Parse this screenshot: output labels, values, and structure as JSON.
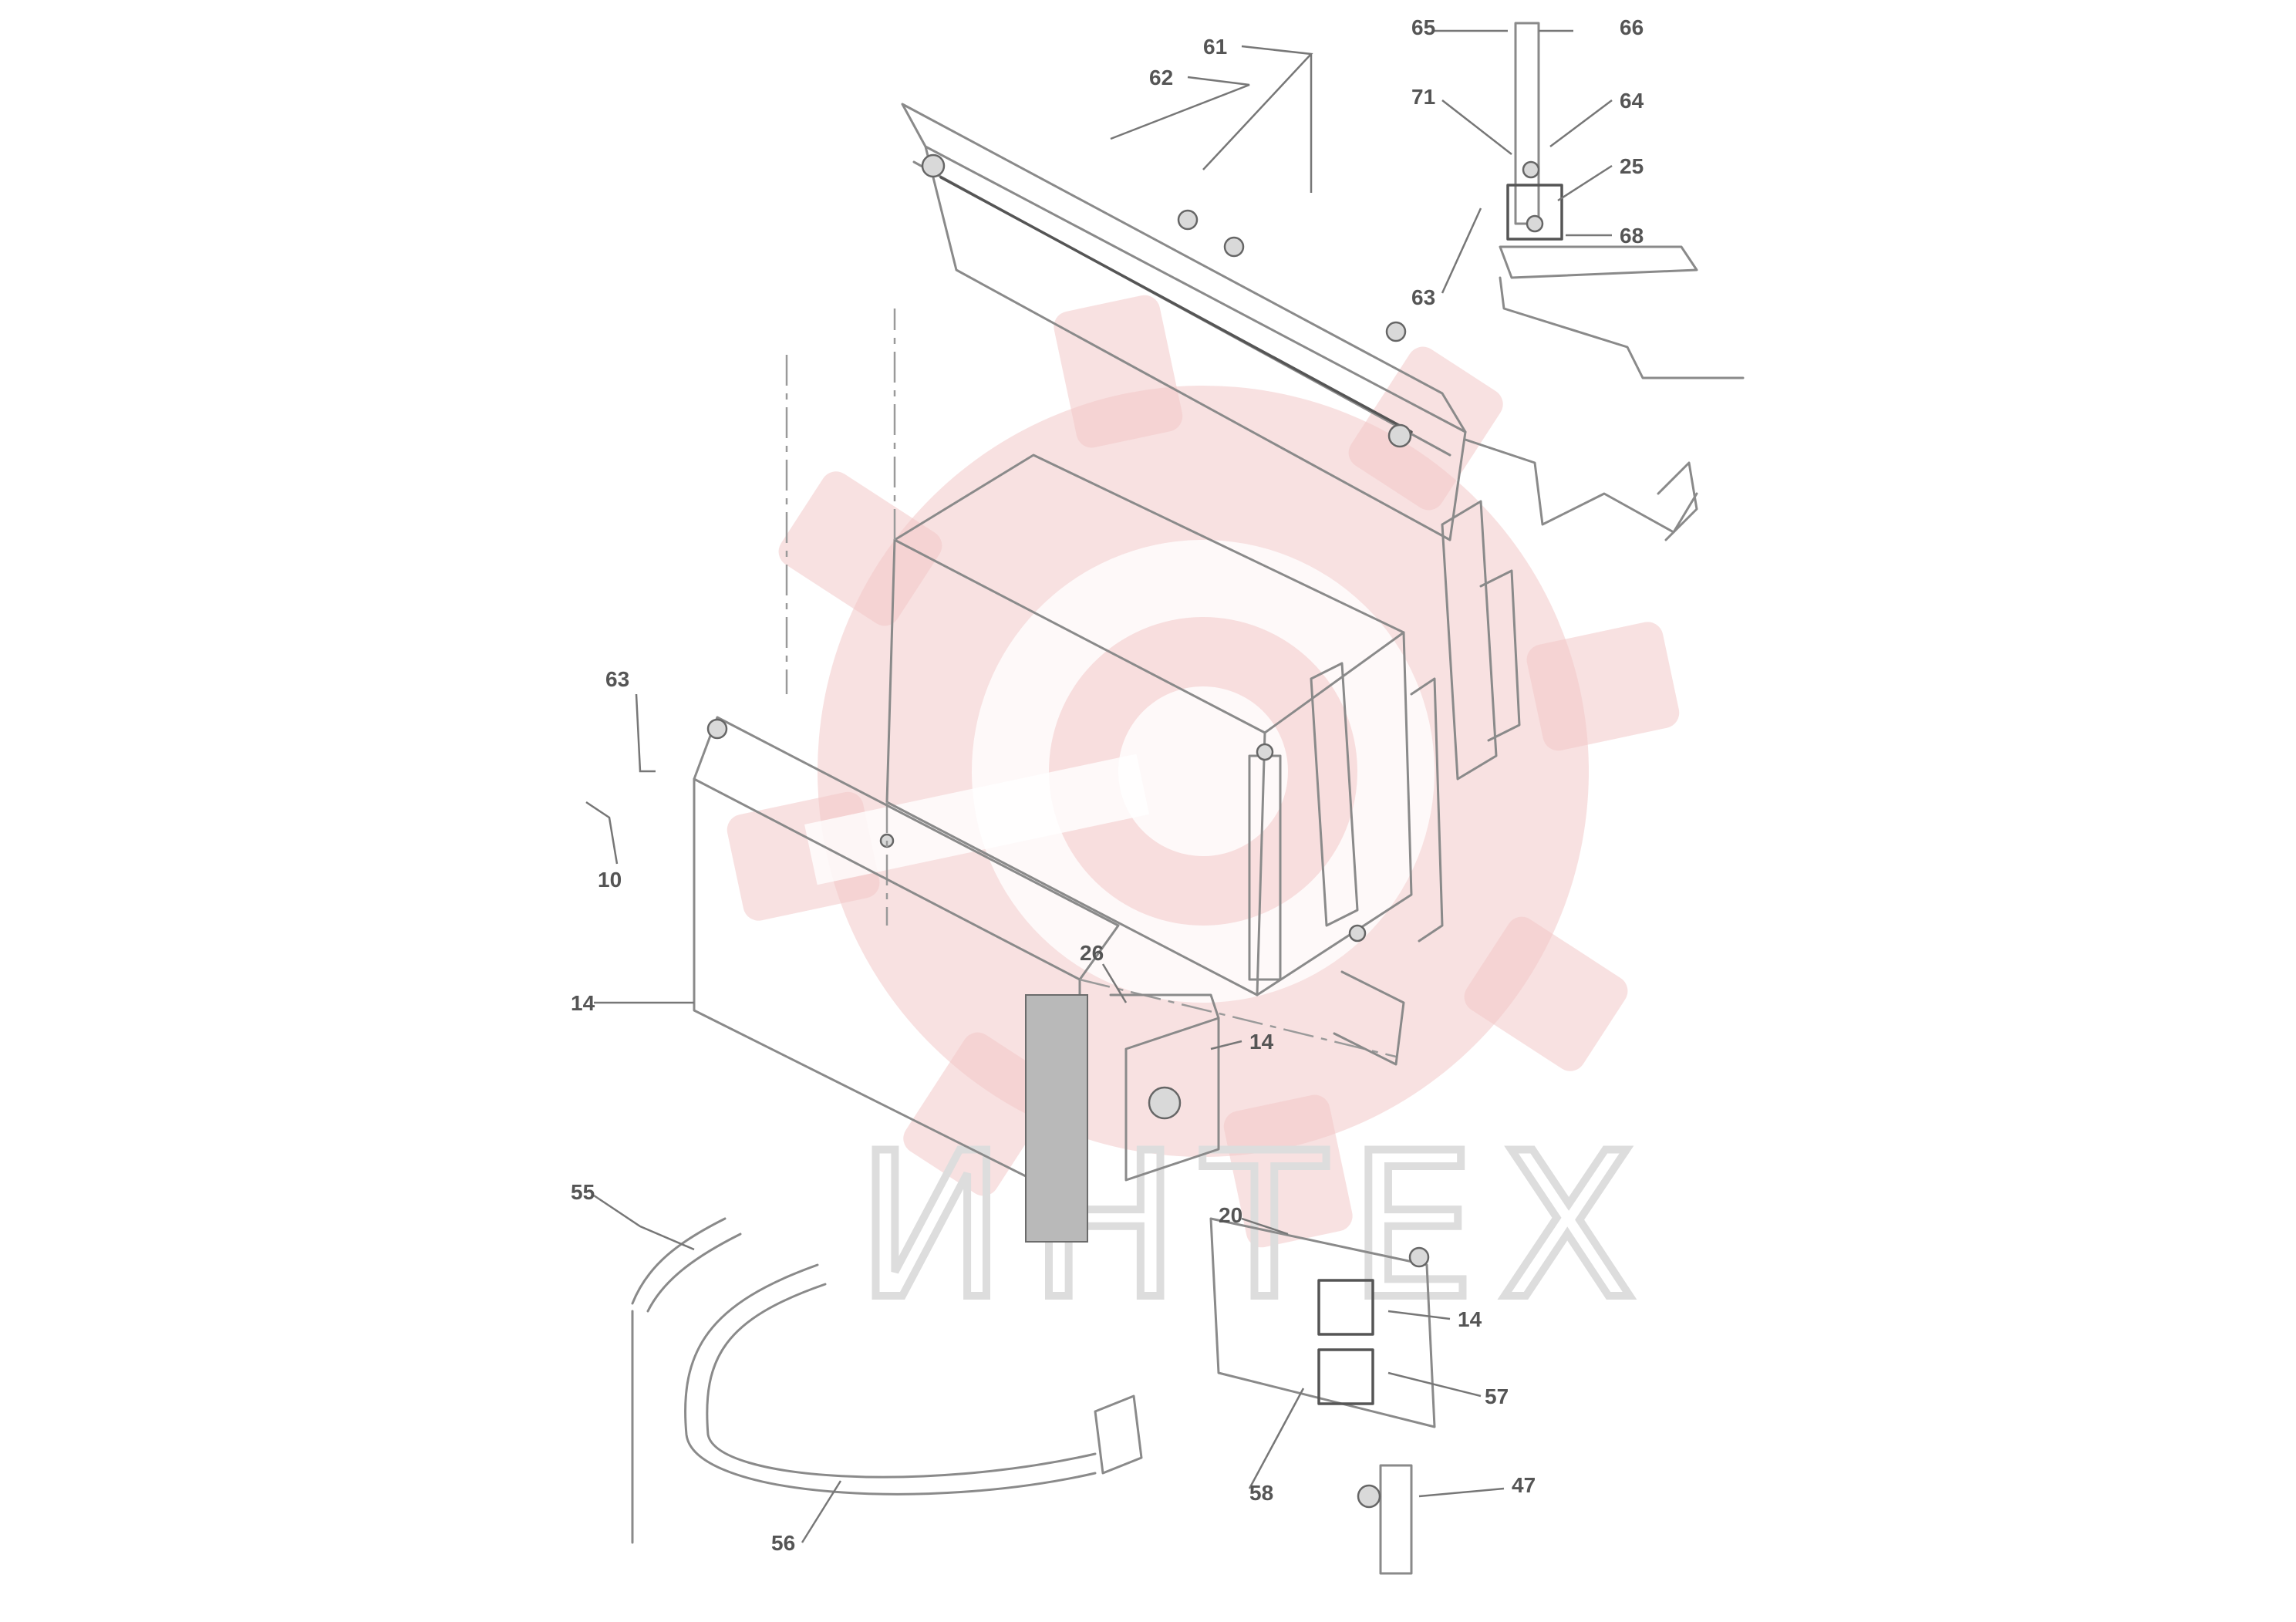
{
  "watermark": {
    "text": "ИНТЕХ",
    "gear_color": "#f3c9c9"
  },
  "callouts": [
    {
      "id": "c1",
      "label": "61"
    },
    {
      "id": "c2",
      "label": "62"
    },
    {
      "id": "c3",
      "label": "65"
    },
    {
      "id": "c4",
      "label": "66"
    },
    {
      "id": "c5",
      "label": "71"
    },
    {
      "id": "c6",
      "label": "64"
    },
    {
      "id": "c7",
      "label": "25"
    },
    {
      "id": "c8",
      "label": "68"
    },
    {
      "id": "c9",
      "label": "63"
    },
    {
      "id": "c10",
      "label": "63"
    },
    {
      "id": "c11",
      "label": "10"
    },
    {
      "id": "c12",
      "label": "14"
    },
    {
      "id": "c13",
      "label": "26"
    },
    {
      "id": "c14",
      "label": "14"
    },
    {
      "id": "c15",
      "label": "55"
    },
    {
      "id": "c16",
      "label": "20"
    },
    {
      "id": "c17",
      "label": "14"
    },
    {
      "id": "c18",
      "label": "57"
    },
    {
      "id": "c19",
      "label": "58"
    },
    {
      "id": "c20",
      "label": "47"
    },
    {
      "id": "c21",
      "label": "56"
    }
  ]
}
